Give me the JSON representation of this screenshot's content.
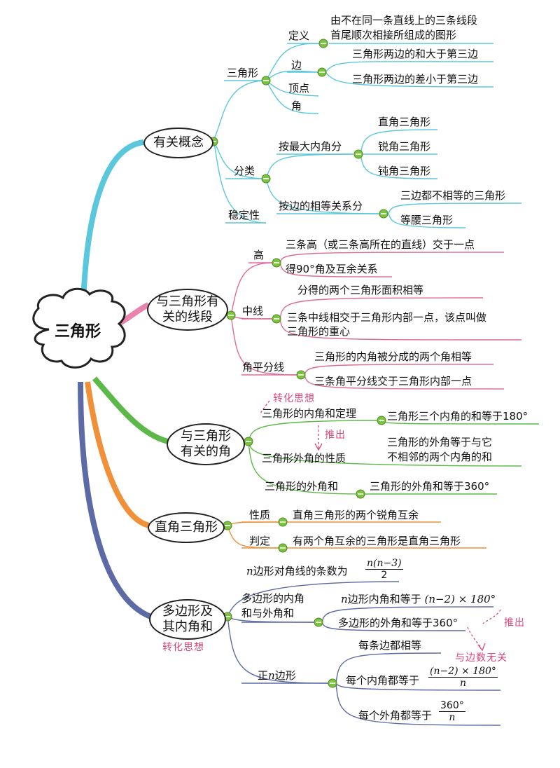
{
  "root": "三角形",
  "branches": {
    "concepts": {
      "label": "有关概念",
      "triangle": "三角形",
      "definition": "定义",
      "definition_text_1": "由不在同一条直线上的三条线段",
      "definition_text_2": "首尾顺次相接所组成的图形",
      "side": "边",
      "side_rule_1": "三角形两边的和大于第三边",
      "side_rule_2": "三角形两边的差小于第三边",
      "vertex": "顶点",
      "angle": "角",
      "classification": "分类",
      "by_angle": "按最大内角分",
      "right_tri": "直角三角形",
      "acute_tri": "锐角三角形",
      "obtuse_tri": "钝角三角形",
      "by_side": "按边的相等关系分",
      "scalene": "三边都不相等的三角形",
      "isosceles": "等腰三角形",
      "stability": "稳定性"
    },
    "segments": {
      "label_1": "与三角形有",
      "label_2": "关的线段",
      "altitude": "高",
      "altitude_1": "三条高（或三条高所在的直线）交于一点",
      "altitude_2": "得90°角及互余关系",
      "median": "中线",
      "median_1": "分得的两个三角形面积相等",
      "median_2a": "三条中线相交于三角形内部一点，该点叫做",
      "median_2b": "三角形的重心",
      "bisector": "角平分线",
      "bisector_1": "三角形的内角被分成的两个角相等",
      "bisector_2": "三条角平分线交于三角形内部一点"
    },
    "angles": {
      "label_1": "与三角形",
      "label_2": "有关的角",
      "transform_note": "转化思想",
      "interior_sum": "三角形的内角和定理",
      "interior_sum_text": "三角形三个内角的和等于180°",
      "derive_note": "推出",
      "exterior_prop": "三角形外角的性质",
      "exterior_prop_1": "三角形的外角等于与它",
      "exterior_prop_2": "不相邻的两个内角的和",
      "exterior_sum": "三角形的外角和",
      "exterior_sum_text": "三角形的外角和等于360°"
    },
    "right_triangle": {
      "label": "直角三角形",
      "property": "性质",
      "property_text": "直角三角形的两个锐角互余",
      "criterion": "判定",
      "criterion_text": "有两个角互余的三角形是直角三角形"
    },
    "polygon": {
      "label_1": "多边形及",
      "label_2": "其内角和",
      "transform_note": "转化思想",
      "diagonals_prefix": "n",
      "diagonals_text": "边形对角线的条数为",
      "diagonals_num": "n(n−3)",
      "diagonals_den": "2",
      "angles_1": "多边形的内角",
      "angles_2": "和与外角和",
      "interior_prefix": "n",
      "interior_text": "边形内角和等于",
      "interior_formula": "(n−2) × 180°",
      "exterior_text": "多边形的外角和等于360°",
      "derive_note": "推出",
      "independent_note": "与边数无关",
      "regular_1": "正",
      "regular_n": "n",
      "regular_2": "边形",
      "equal_sides": "每条边都相等",
      "each_interior": "每个内角都等于",
      "each_interior_num": "(n−2) × 180°",
      "each_interior_den": "n",
      "each_exterior": "每个外角都等于",
      "each_exterior_num": "360°",
      "each_exterior_den": "n"
    }
  },
  "colors": {
    "concepts": "#5bc7dc",
    "segments": "#e06a9a",
    "angles": "#5cb848",
    "right_triangle": "#f0913a",
    "polygon": "#5c6aa6",
    "node": "#7ec242",
    "note": "#d9467d"
  }
}
